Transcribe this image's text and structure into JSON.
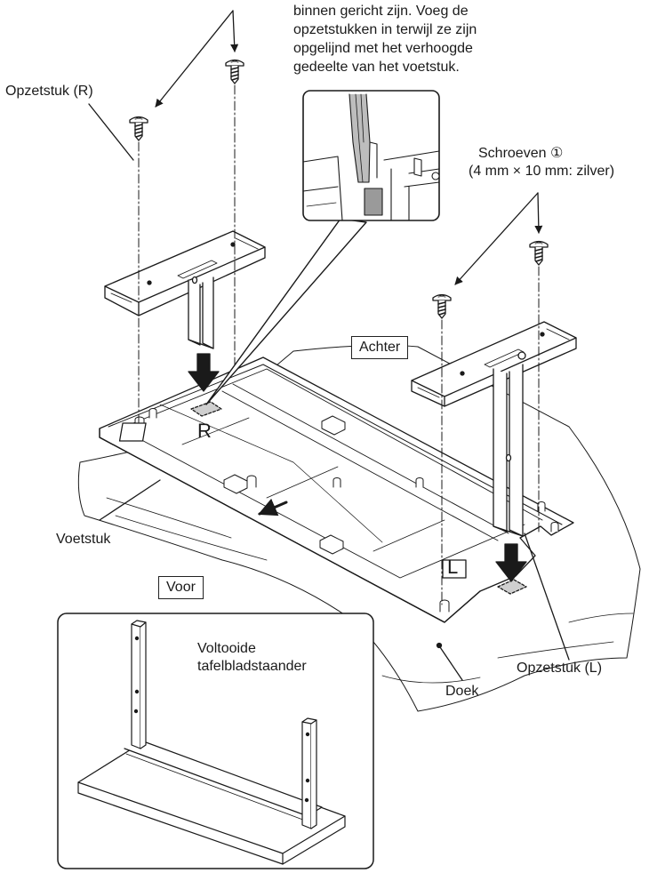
{
  "instruction": {
    "lines": [
      "binnen gericht zijn. Voeg de",
      "opzetstukken in terwijl ze zijn",
      "opgelijnd met het verhoogde",
      "gedeelte van het voetstuk."
    ]
  },
  "labels": {
    "attachment_r": "Opzetstuk (R)",
    "attachment_l": "Opzetstuk (L)",
    "screws_title": "Schroeven ①",
    "screws_spec": "(4 mm × 10 mm: zilver)",
    "back": "Achter",
    "front": "Voor",
    "base": "Voetstuk",
    "cloth": "Doek",
    "completed_line1": "Voltooide",
    "completed_line2": "tafelbladstaander",
    "mark_r": "R",
    "mark_l": "L"
  },
  "colors": {
    "line": "#1a1a1a",
    "part_fill": "#ffffff",
    "shade": "#d9d9d9",
    "dark_shade": "#9a9a9a"
  },
  "icons": {
    "screw": "screw-icon",
    "arrow_down": "insert-arrow-icon"
  }
}
